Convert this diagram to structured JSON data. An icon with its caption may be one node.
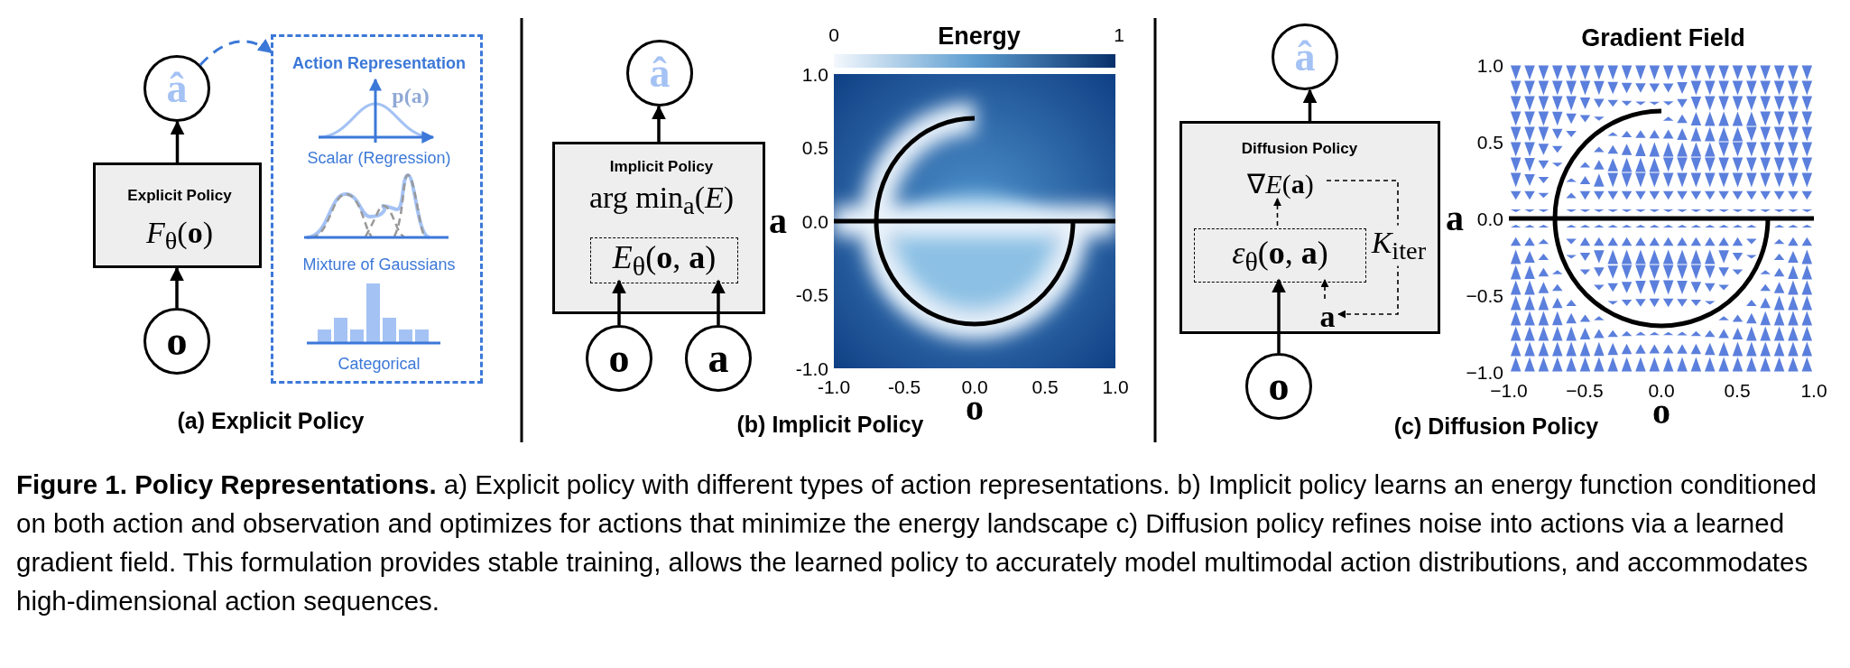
{
  "diagram": {
    "caption": "**Figure 1.  Policy Representations.** a) Explicit policy with different types of action representations. b) Implicit policy learns an energy function conditioned on both action and observation and optimizes for actions that minimize the energy landscape c) Diffusion policy refines noise into actions via a learned gradient field. This formulation provides stable training, allows the learned policy to accurately model multimodal action distributions, and accommodates high-dimensional action sequences.",
    "nodes": [
      {
        "text": [
          "â"
        ]
      },
      {
        "text": [
          "Explicit Policy",
          "*F*$_{θ}$(**o**)"
        ]
      },
      {
        "text": [
          "o"
        ]
      },
      {
        "text": [
          "Action Representation",
          "p(a)",
          "Scalar (Regression)",
          "Mixture of Gaussians",
          "Categorical"
        ]
      },
      {
        "text": [
          "â"
        ]
      },
      {
        "text": [
          "Implicit Policy",
          "arg min$_{a}$(*E*)"
        ]
      },
      {
        "text": [
          "*E*$_{θ}$(**o**, **a**)"
        ],
        "in": 5
      },
      {
        "text": [
          "o"
        ]
      },
      {
        "text": [
          "a"
        ]
      },
      {
        "text": [
          "â"
        ]
      },
      {
        "text": [
          "Diffusion Policy"
        ]
      },
      {
        "text": [
          "∇*E*(**a**)"
        ],
        "in": 10
      },
      {
        "text": [
          "*ε*$_{θ}$(**o**, **a**)"
        ],
        "in": 10
      },
      {
        "text": [
          "a"
        ],
        "in": 10
      },
      {
        "text": [
          "o"
        ]
      }
    ],
    "edges": [
      {
        "from": 2,
        "to": 1,
        "arrow": "to"
      },
      {
        "from": 1,
        "to": 0,
        "arrow": "to"
      },
      {
        "from": 0,
        "to": 3,
        "arrow": "to",
        "style": "dashed",
        "color": "#3c78d8"
      },
      {
        "from": 5,
        "to": 4,
        "arrow": "to"
      },
      {
        "from": 7,
        "to": 6,
        "arrow": "to"
      },
      {
        "from": 8,
        "to": 6,
        "arrow": "to"
      },
      {
        "from": 10,
        "to": 9,
        "arrow": "to"
      },
      {
        "from": 14,
        "to": 12,
        "arrow": "to"
      },
      {
        "from": 12,
        "to": 11,
        "arrow": "to",
        "style": "dashed"
      },
      {
        "from": 11,
        "to": 13,
        "arrow": "to",
        "style": "dashed",
        "label": "*K*$_{iter}$"
      },
      {
        "from": 13,
        "to": 12,
        "arrow": "to",
        "style": "dashed"
      }
    ],
    "labels": [
      "(a) Explicit Policy",
      "0",
      "Energy",
      "1",
      "1.0",
      "0.5",
      "a",
      "0.0",
      "-0.5",
      "-1.0",
      "-1.0",
      "-0.5",
      "0.0",
      "0.5",
      "1.0",
      "o",
      "(b) Implicit Policy",
      "Gradient Field",
      "1.0",
      "0.5",
      "a",
      "0.0",
      "−0.5",
      "−1.0",
      "−1.0",
      "−0.5",
      "0.0",
      "0.5",
      "1.0",
      "o",
      "(c) Diffusion Policy"
    ]
  }
}
